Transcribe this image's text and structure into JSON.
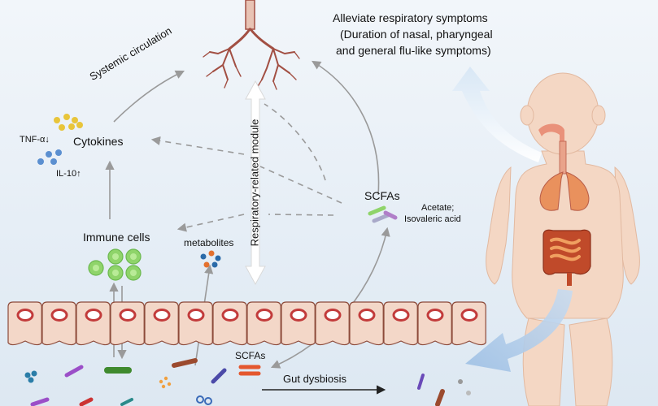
{
  "labels": {
    "alleviate_title": "Alleviate respiratory symptoms",
    "alleviate_line2": "(Duration of nasal, pharyngeal",
    "alleviate_line3": "and general flu-like symptoms)",
    "systemic_circulation": "Systemic circulation",
    "tnf_alpha": "TNF-α↓",
    "cytokines": "Cytokines",
    "il10": "IL-10↑",
    "immune_cells": "Immune cells",
    "metabolites": "metabolites",
    "respiratory_module": "Respiratory-related module",
    "scfas_upper": "SCFAs",
    "acetate": "Acetate;",
    "isovaleric": "Isovaleric acid",
    "scfas_lower": "SCFAs",
    "gut_dysbiosis": "Gut dysbiosis"
  },
  "colors": {
    "background": "#e9f0f7",
    "arrow_gray": "#9a9a9a",
    "villi_fill": "#f3d7c8",
    "villi_stroke": "#8c4a3a",
    "nucleus": "#c23b3b",
    "immune_green": "#8fd46a",
    "cytokine_yellow": "#e8c53a",
    "cytokine_blue": "#5b8fd0",
    "child_skin": "#f4d7c4",
    "lung_orange": "#e9915d",
    "intestine": "#e08a45",
    "scfa_red": "#e4572e"
  },
  "icons": [
    "lungs-icon",
    "child-body-icon",
    "intestinal-villi-icon",
    "bacteria-icon",
    "immune-cell-icon",
    "cytokine-dot-icon"
  ]
}
